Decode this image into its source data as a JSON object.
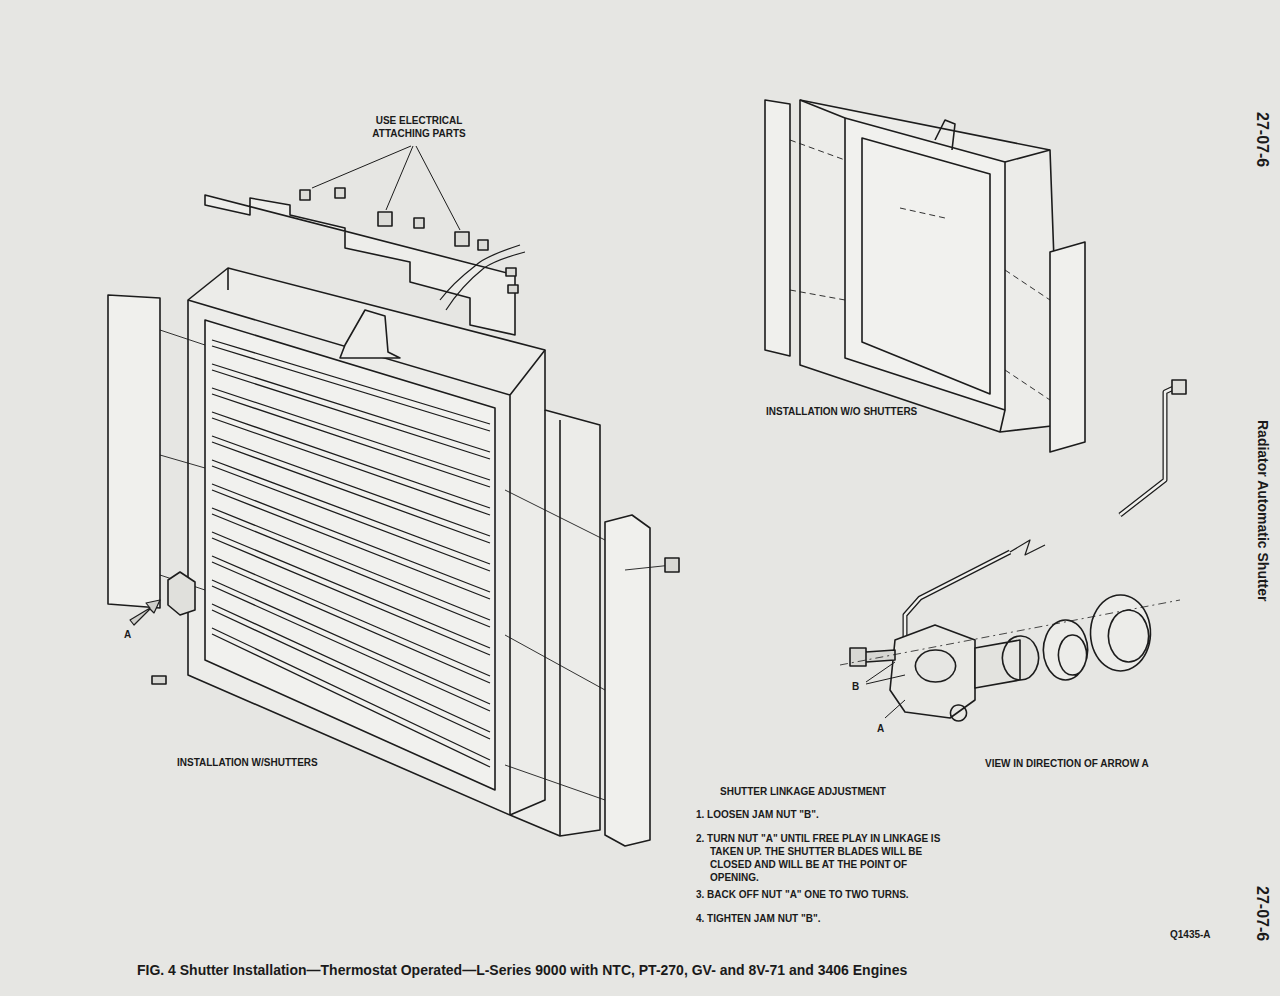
{
  "diagram": {
    "title": "Radiator Automatic Shutter",
    "caption": "FIG. 4 Shutter Installation—Thermostat Operated—L-Series 9000 with NTC, PT-270, GV- and 8V-71 and 3406 Engines",
    "labels": [
      "27-07-6",
      "USE ELECTRICAL ATTACHING PARTS",
      "INSTALLATION W/O SHUTTERS",
      "A",
      "B",
      "A",
      "INSTALLATION W/SHUTTERS",
      "VIEW IN DIRECTION OF ARROW A",
      "SHUTTER LINKAGE ADJUSTMENT",
      "1. LOOSEN JAM NUT \"B\".",
      "2. TURN NUT \"A\" UNTIL FREE PLAY IN LINKAGE IS TAKEN UP. THE SHUTTER BLADES WILL BE CLOSED AND WILL BE AT THE POINT OF OPENING.",
      "3. BACK OFF NUT \"A\" ONE TO TWO TURNS.",
      "4. TIGHTEN JAM NUT \"B\".",
      "Q1435-A",
      "27-07-6"
    ]
  }
}
